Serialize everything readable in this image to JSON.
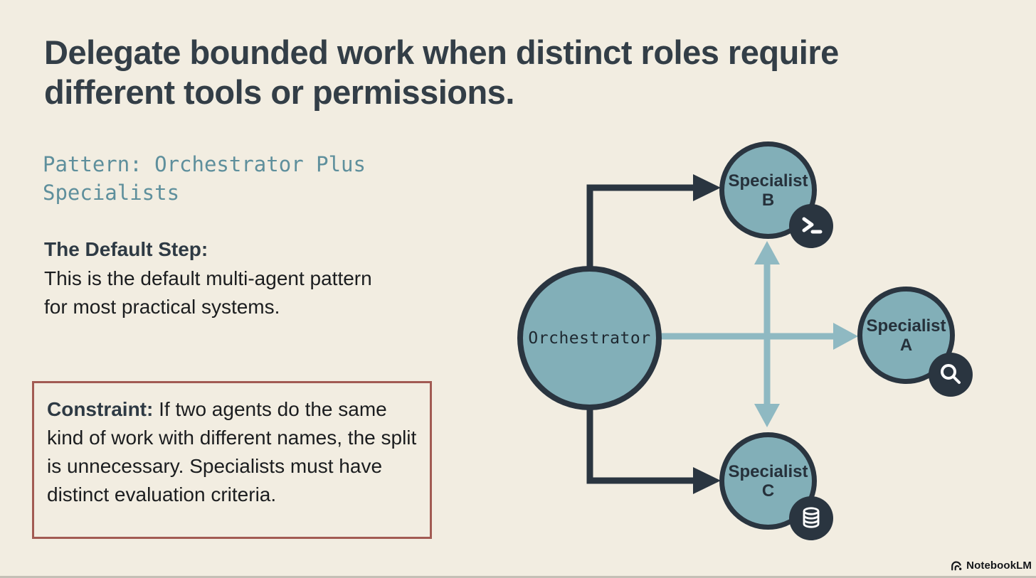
{
  "colors": {
    "background": "#F2EDE1",
    "ink_dark": "#2A3540",
    "heading_text": "#333E47",
    "body_text": "#1B1D1F",
    "pattern_text": "#5E8F9C",
    "node_fill": "#82AFB8",
    "teal_arrow": "#8FB9C2",
    "constraint_border": "#A25B53",
    "badge_fill": "#2A3540"
  },
  "slide": {
    "title_lines": [
      "Delegate bounded work when distinct roles require",
      "different tools or permissions."
    ],
    "pattern_label_lines": [
      "Pattern: Orchestrator Plus",
      "Specialists"
    ],
    "default_step": {
      "heading": "The Default Step:",
      "body": "This is the default multi-agent pattern for most practical systems."
    },
    "constraint": {
      "label": "Constraint:",
      "body": "If two agents do the same kind of work with different names, the split is unnecessary. Specialists must have distinct evaluation criteria."
    }
  },
  "diagram": {
    "orchestrator_label": "Orchestrator",
    "specialists": [
      {
        "name": "Specialist",
        "letter": "B",
        "position": "top",
        "icon": "terminal-icon"
      },
      {
        "name": "Specialist",
        "letter": "A",
        "position": "right",
        "icon": "search-icon"
      },
      {
        "name": "Specialist",
        "letter": "C",
        "position": "bottom",
        "icon": "database-icon"
      }
    ]
  },
  "footer": {
    "brand": "NotebookLM"
  }
}
